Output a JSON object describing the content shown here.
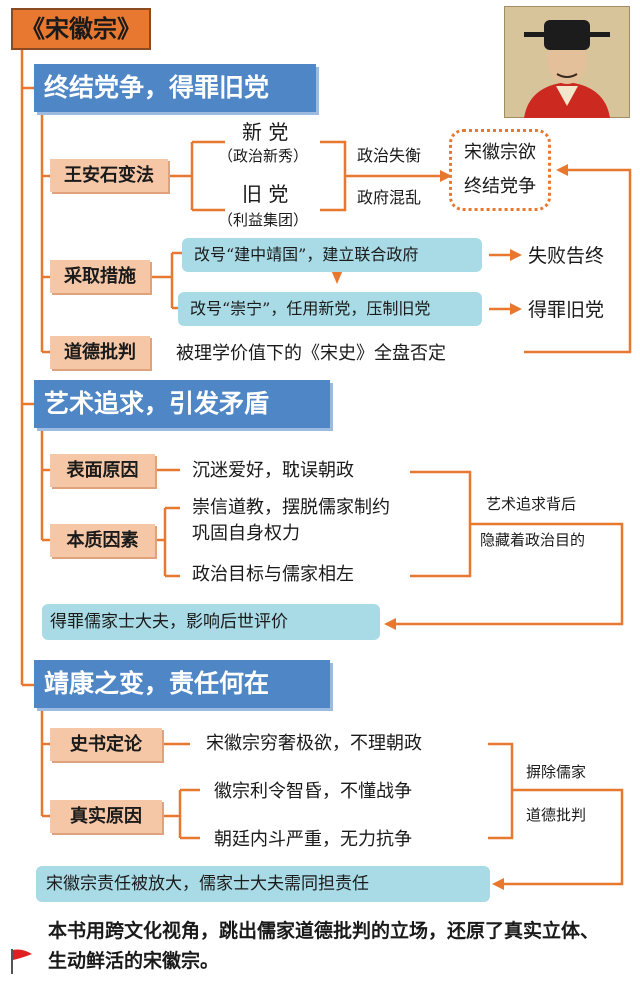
{
  "title": "《宋徽宗》",
  "sections": {
    "s1": {
      "heading": "终结党争，得罪旧党",
      "wang": "王安石变法",
      "xin_dang": "新  党",
      "xin_sub": "（政治新秀）",
      "jiu_dang": "旧  党",
      "jiu_sub": "（利益集团）",
      "zhengzhi": "政治失衡",
      "zhengfu": "政府混乱",
      "goal1": "宋徽宗欲",
      "goal2": "终结党争",
      "measures": "采取措施",
      "m1": "改号“建中靖国”，建立联合政府",
      "m1_result": "失败告终",
      "m2": "改号“崇宁”，任用新党，压制旧党",
      "m2_result": "得罪旧党",
      "moral": "道德批判",
      "moral_text": "被理学价值下的《宋史》全盘否定"
    },
    "s2": {
      "heading": "艺术追求，引发矛盾",
      "surface": "表面原因",
      "surface_text": "沉迷爱好，耽误朝政",
      "essence": "本质因素",
      "ess1a": "崇信道教，摆脱儒家制约",
      "ess1b": "巩固自身权力",
      "ess2": "政治目标与儒家相左",
      "note1": "艺术追求背后",
      "note2": "隐藏着政治目的",
      "result": "得罪儒家士大夫，影响后世评价"
    },
    "s3": {
      "heading": "靖康之变，责任何在",
      "history": "史书定论",
      "history_text": "宋徽宗穷奢极欲，不理朝政",
      "real": "真实原因",
      "real1": "徽宗利令智昏，不懂战争",
      "real2": "朝廷内斗严重，无力抗争",
      "note1": "摒除儒家",
      "note2": "道德批判",
      "result": "宋徽宗责任被放大，儒家士大夫需同担责任"
    }
  },
  "conclusion": "本书用跨文化视角，跳出儒家道德批判的立场，还原了真实立体、生动鲜活的宋徽宗。",
  "colors": {
    "orange": "#e87830",
    "blue": "#4f86c6",
    "peach": "#f6c7a6",
    "cyan": "#a9dbe6"
  }
}
